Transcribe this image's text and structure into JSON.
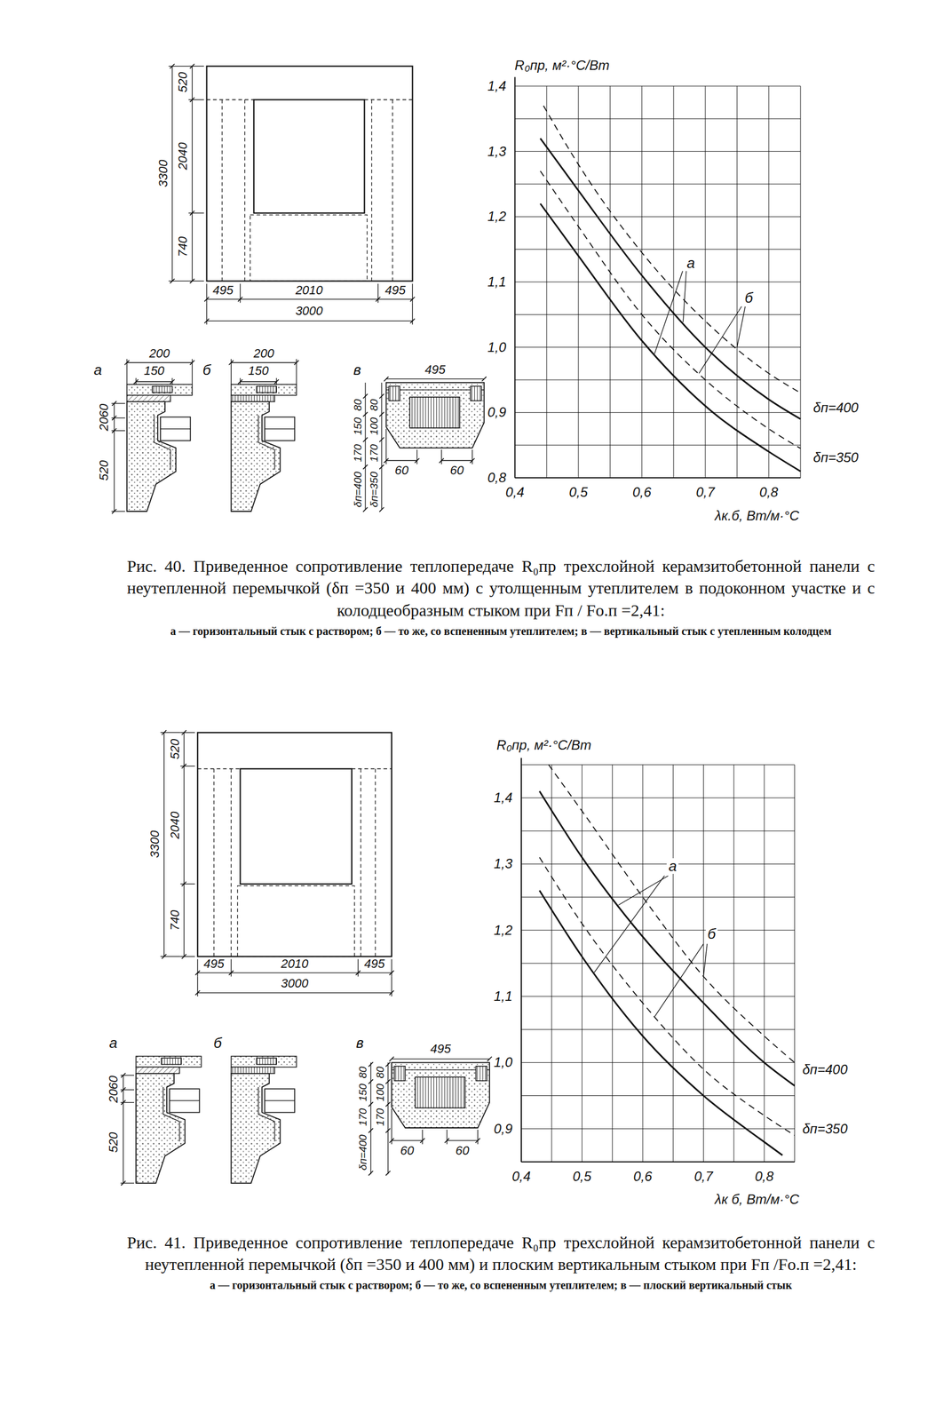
{
  "diagram": {
    "labels": [
      "520",
      "2040",
      "740",
      "3300",
      "495",
      "2010",
      "495",
      "3000",
      "а",
      "200",
      "150",
      "20",
      "60",
      "520",
      "б",
      "200",
      "150",
      "в",
      "δп=400",
      "170",
      "150",
      "80",
      "δп=350",
      "170",
      "100",
      "80",
      "495",
      "60",
      "60",
      "R₀пр, м²·°С/Вт",
      "1,4",
      "1,3",
      "1,2",
      "1,1",
      "1,0",
      "0,9",
      "0,8",
      "0,4",
      "0,5",
      "0,6",
      "0,7",
      "0,8",
      "λк.б, Вт/м·°С",
      "а",
      "б",
      "δп=400",
      "δп=350",
      "Рис. 40. Приведенное сопротивление теплопередаче R₀пр трехслойной керамзитобетонной панели с неутепленной перемычкой (δп =350 и 400 мм) с утолщенным утеплителем в подоконном участке и с колодцеобразным стыком при Fп / Fо.п =2,41:",
      "а — горизонтальный стык с раствором; б — то же, со вспененным утеплителем; в — вертикальный стык с утепленным колодцем",
      "520",
      "2040",
      "740",
      "3300",
      "495",
      "2010",
      "495",
      "3000",
      "а",
      "б",
      "20",
      "60",
      "520",
      "в",
      "δп=400",
      "170",
      "150",
      "80",
      "170",
      "100",
      "80",
      "495",
      "60",
      "60",
      "R₀пр, м²·°С/Вт",
      "1,4",
      "1,3",
      "1,2",
      "1,1",
      "1,0",
      "0,9",
      "0,4",
      "0,5",
      "0,6",
      "0,7",
      "0,8",
      "λк б, Вт/м·°С",
      "а",
      "б",
      "δп=400",
      "δп=350",
      "Рис. 41. Приведенное сопротивление теплопередаче R₀пр трехслойной керамзитобетонной панели с неутепленной перемычкой (δп =350 и 400 мм) и плоским вертикальным стыком при Fп /Fо.п =2,41:",
      "а — горизонтальный стык с раствором; б — то же, со вспененным утеплителем; в — плоский вертикальный стык"
    ]
  }
}
